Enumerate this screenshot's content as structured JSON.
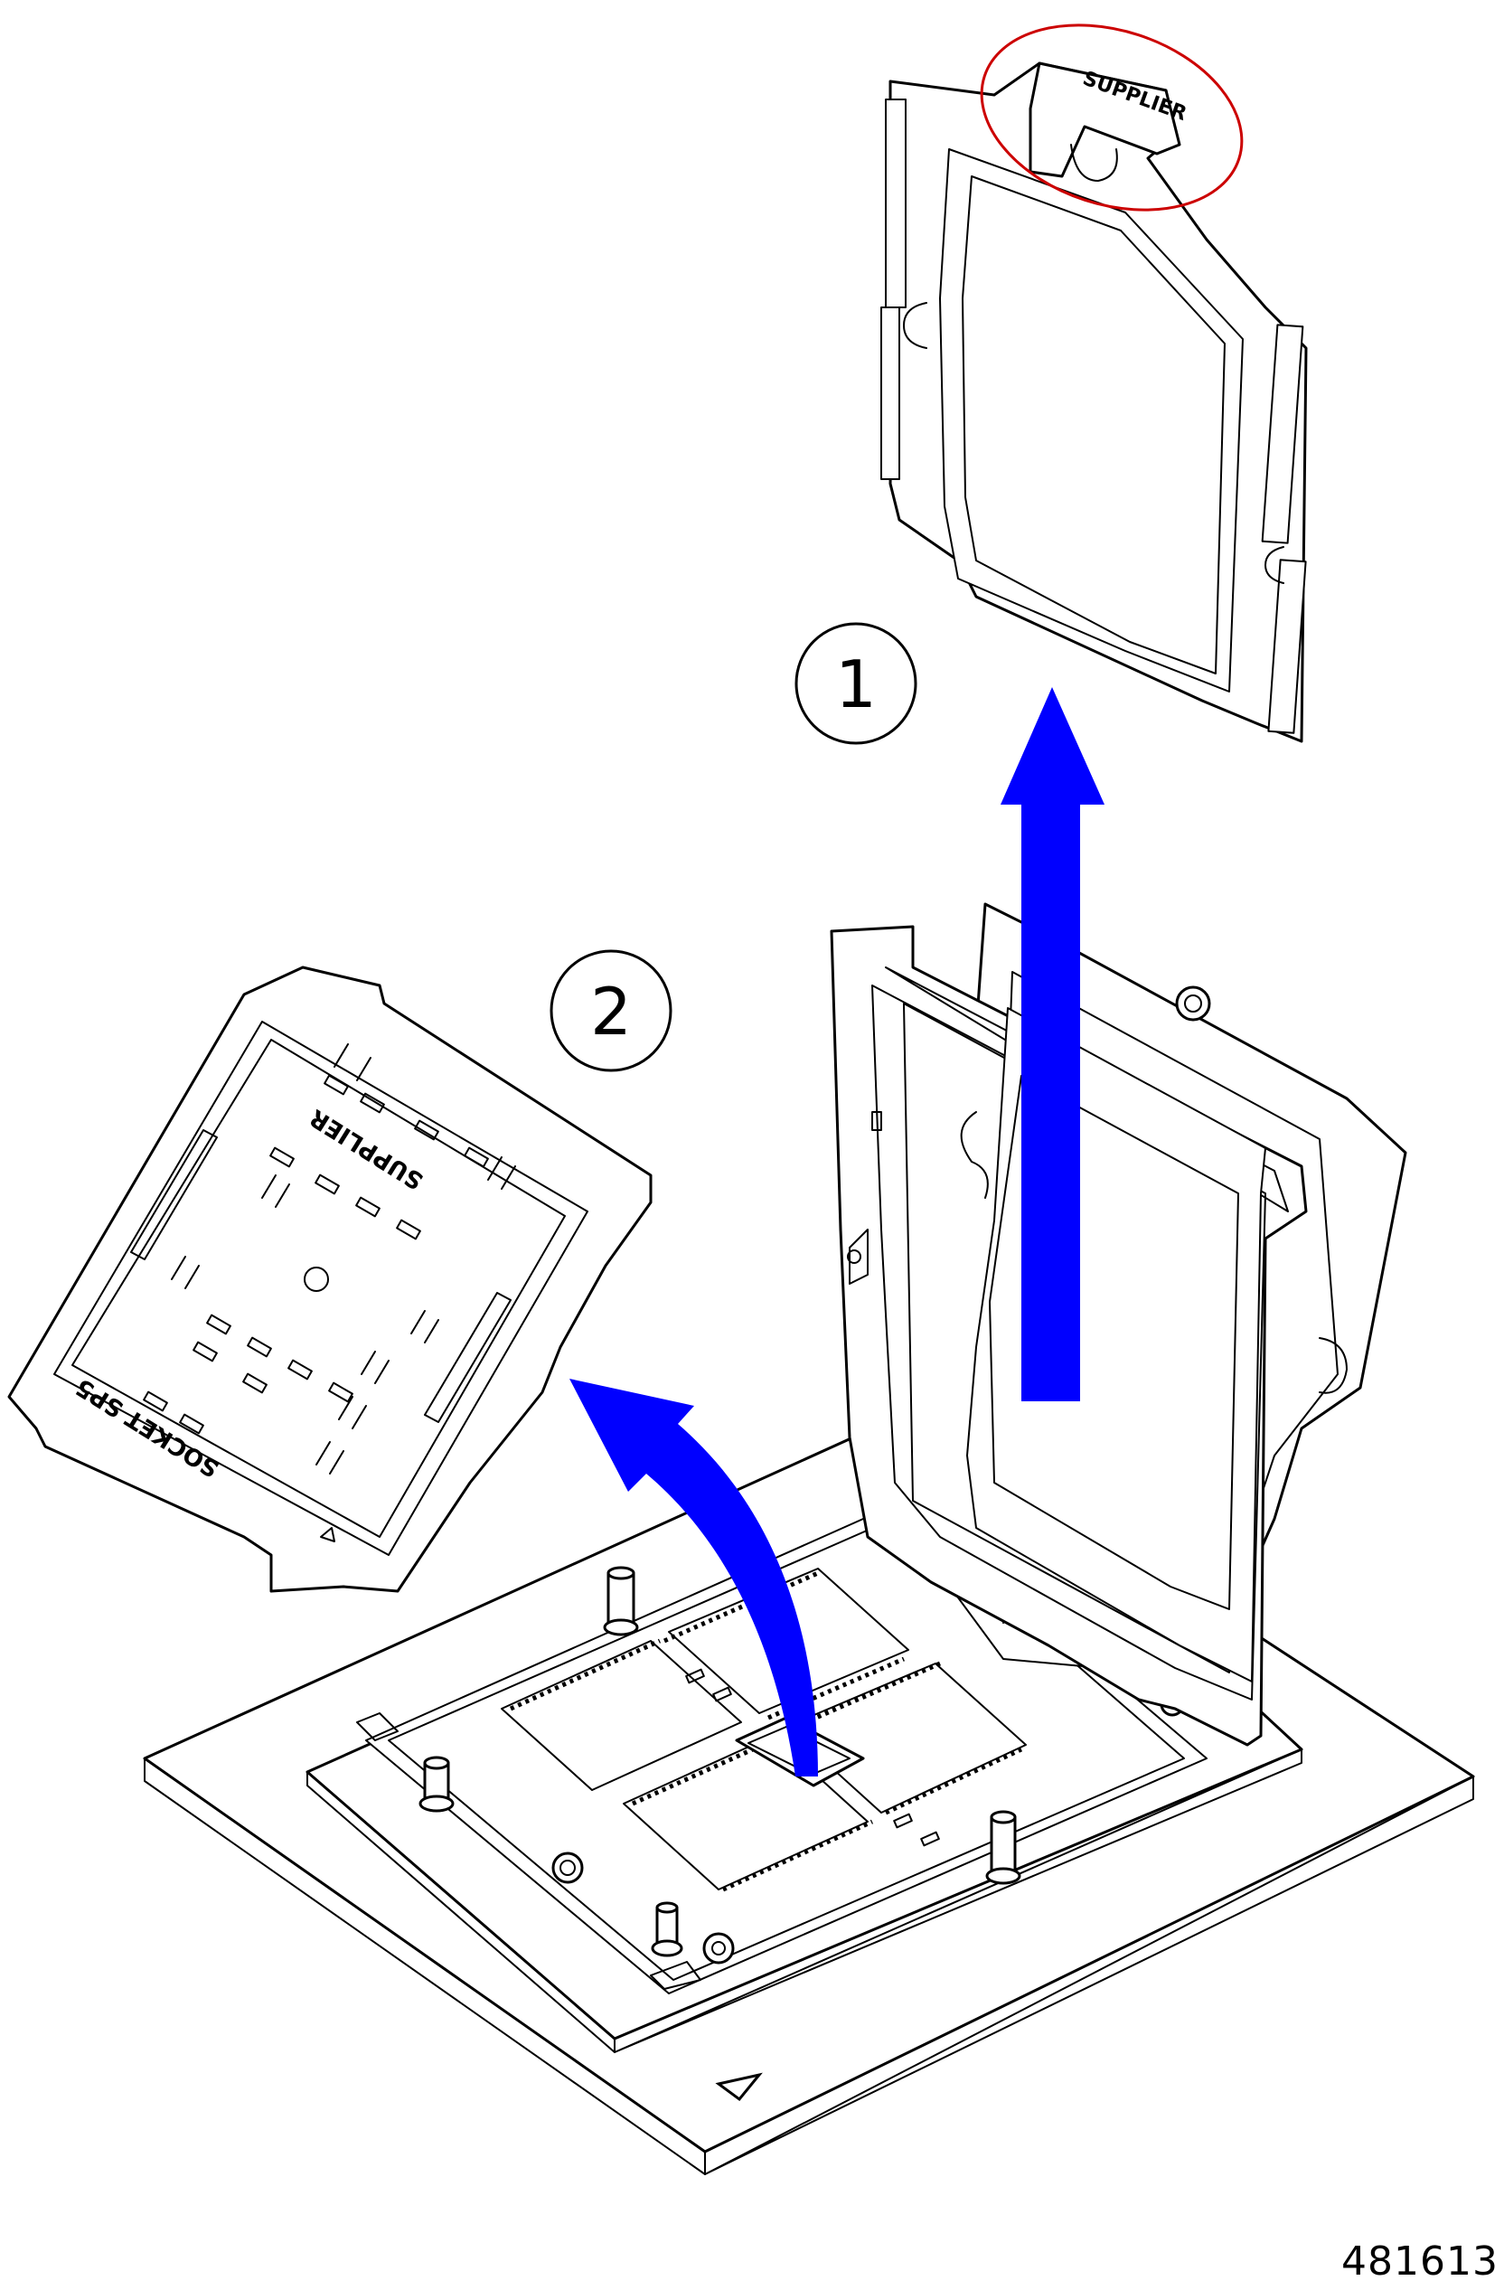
{
  "figure": {
    "id_label": "481613",
    "steps": [
      {
        "number": "1",
        "action": "lift-up"
      },
      {
        "number": "2",
        "action": "remove-cover"
      }
    ],
    "parts": {
      "upper_frame_tab_text": "SUPPLIER",
      "cover_text_top": "SUPPLIER",
      "cover_text_bottom": "SOCKET SP5"
    },
    "colors": {
      "arrow": "#0000ff",
      "highlight": "#cc0000",
      "line": "#000000"
    },
    "icons": [
      "up-arrow-icon",
      "curved-arrow-icon"
    ]
  }
}
